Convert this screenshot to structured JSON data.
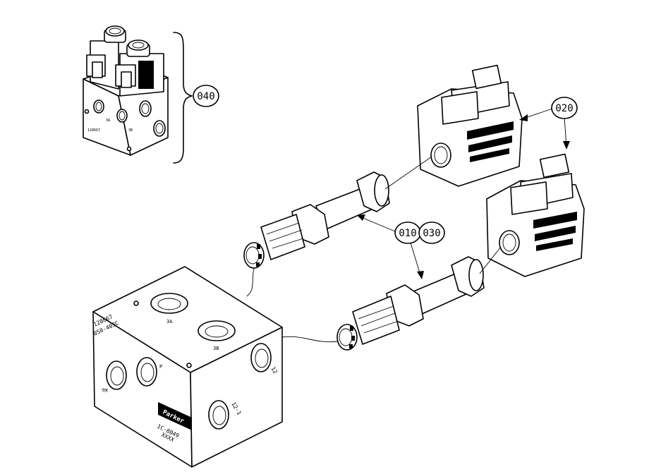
{
  "callouts": [
    {
      "id": "c040",
      "label": "040"
    },
    {
      "id": "c020",
      "label": "020"
    },
    {
      "id": "c010",
      "label": "010"
    },
    {
      "id": "c030",
      "label": "030"
    }
  ],
  "block_markings": {
    "part_number": "128667",
    "model_code": "050-403C",
    "port_3a": "3A",
    "port_3b": "3B",
    "port_p": "P",
    "port_tm": "TM",
    "port_12": "12",
    "port_12_1": "12-1",
    "brand": "Parker",
    "cavity_code": "1C-8049",
    "suffix": "XXXX"
  },
  "assembly_markings": {
    "port_3a": "3A",
    "port_3b": "3B",
    "part_number": "128667"
  },
  "colors": {
    "line": "#000000",
    "background": "#ffffff"
  }
}
